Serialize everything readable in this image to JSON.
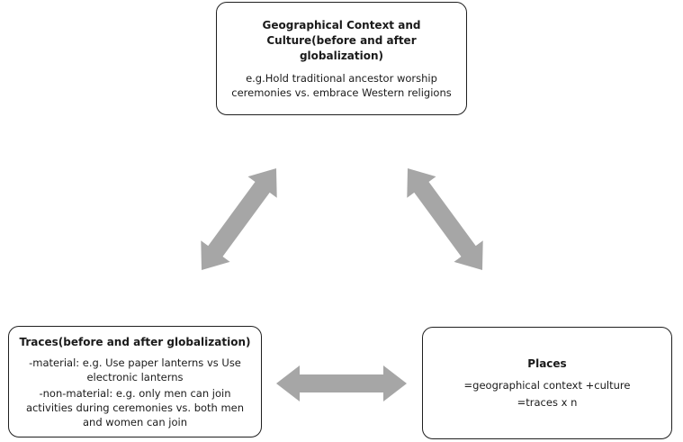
{
  "nodes": {
    "top": {
      "title": "Geographical Context and Culture(before and after globalization)",
      "body": [
        "e.g.Hold traditional ancestor worship ceremonies vs. embrace Western religions"
      ]
    },
    "left": {
      "title": "Traces(before and after globalization)",
      "body": [
        "-material: e.g. Use paper lanterns vs Use electronic lanterns",
        "-non-material: e.g. only men can join activities during ceremonies vs. both men and women can join"
      ]
    },
    "right": {
      "title": "Places",
      "body": [
        "=geographical context +culture",
        "=traces x n"
      ]
    }
  },
  "edges": [
    {
      "from": "top",
      "to": "left",
      "type": "double-arrow"
    },
    {
      "from": "top",
      "to": "right",
      "type": "double-arrow"
    },
    {
      "from": "left",
      "to": "right",
      "type": "double-arrow"
    }
  ],
  "colors": {
    "arrow": "#a6a6a6",
    "border": "#1f1f1f",
    "text": "#1a1a1a"
  }
}
